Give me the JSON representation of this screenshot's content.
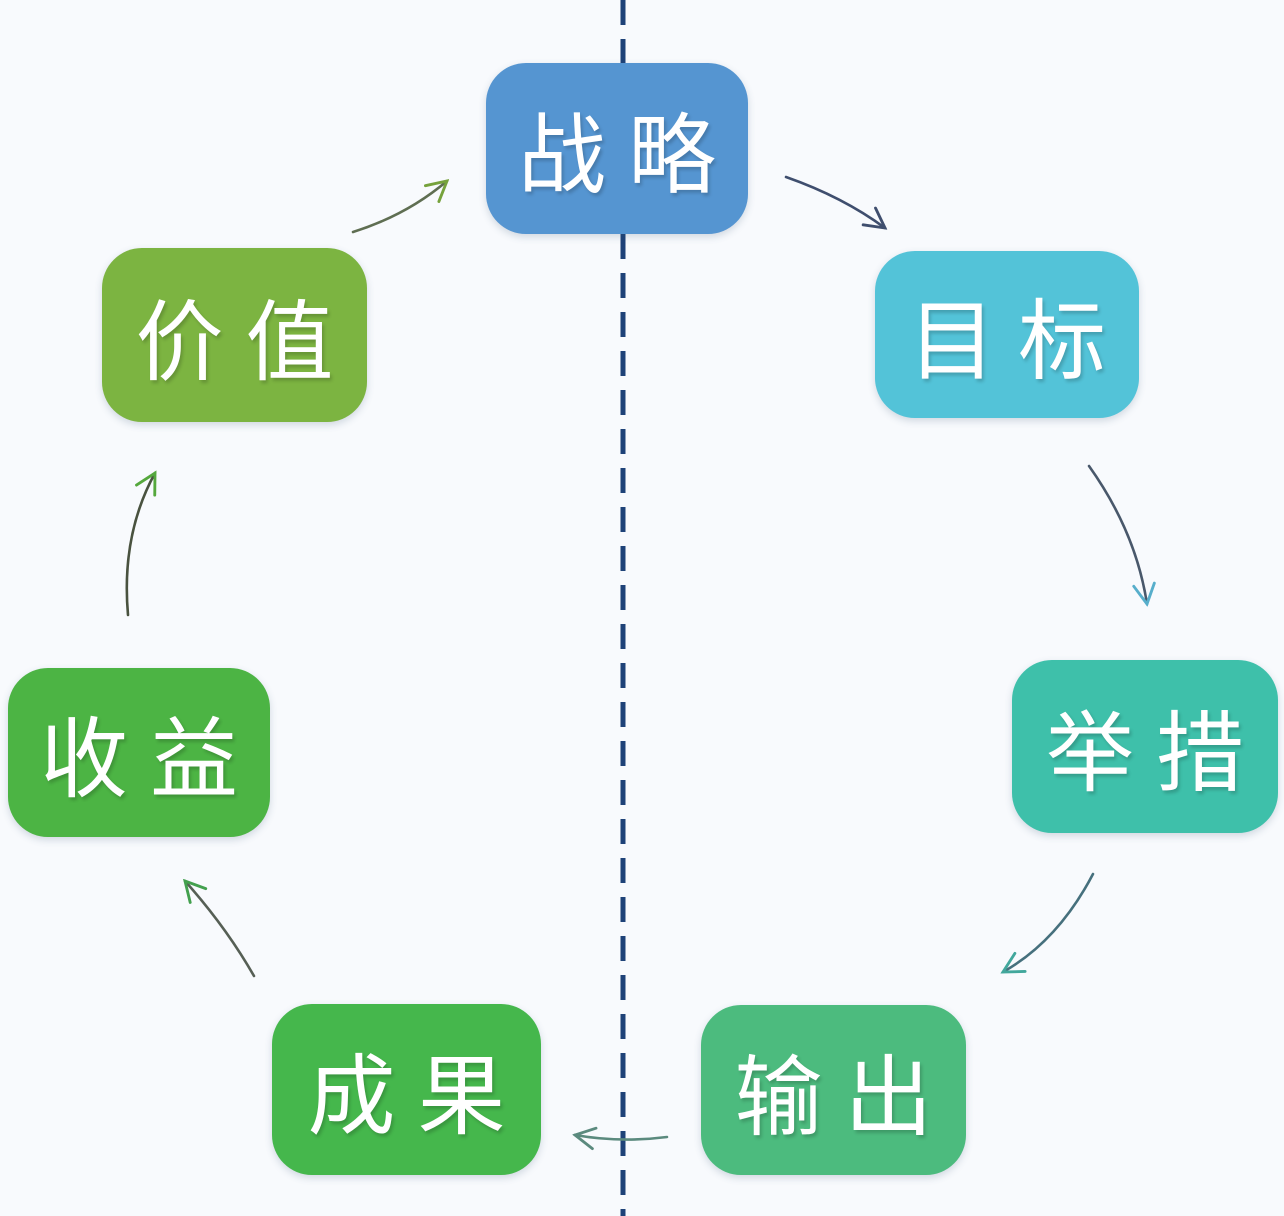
{
  "diagram": {
    "background": "#F8FAFD",
    "divider": {
      "color": "#1E4278",
      "dash": "25 14",
      "width": 5
    },
    "nodes": [
      {
        "id": "strategy",
        "label": "战略",
        "color": "#5595D1",
        "text_color": "#FFFFFF"
      },
      {
        "id": "goal",
        "label": "目标",
        "color": "#53C3D8",
        "text_color": "#FFFFFF"
      },
      {
        "id": "measures",
        "label": "举措",
        "color": "#3EC0AA",
        "text_color": "#FFFFFF"
      },
      {
        "id": "output",
        "label": "输出",
        "color": "#4CBB7E",
        "text_color": "#FFFFFF"
      },
      {
        "id": "results",
        "label": "成果",
        "color": "#45B74C",
        "text_color": "#FFFFFF"
      },
      {
        "id": "benefits",
        "label": "收益",
        "color": "#4CB444",
        "text_color": "#FFFFFF"
      },
      {
        "id": "value",
        "label": "价值",
        "color": "#7CB441",
        "text_color": "#FFFFFF"
      }
    ],
    "edges": [
      {
        "from": "value",
        "to": "strategy",
        "line_color": "#5F6E52",
        "head_color": "#76A23C"
      },
      {
        "from": "strategy",
        "to": "goal",
        "line_color": "#3F4E6E",
        "head_color": "#3F4E6E"
      },
      {
        "from": "goal",
        "to": "measures",
        "line_color": "#49586B",
        "head_color": "#57AECB"
      },
      {
        "from": "measures",
        "to": "output",
        "line_color": "#46707D",
        "head_color": "#42A79C"
      },
      {
        "from": "output",
        "to": "results",
        "line_color": "#5B8A7E",
        "head_color": "#5B8A7E"
      },
      {
        "from": "results",
        "to": "benefits",
        "line_color": "#565F55",
        "head_color": "#43A04E"
      },
      {
        "from": "benefits",
        "to": "value",
        "line_color": "#49523F",
        "head_color": "#55A83D"
      }
    ]
  }
}
